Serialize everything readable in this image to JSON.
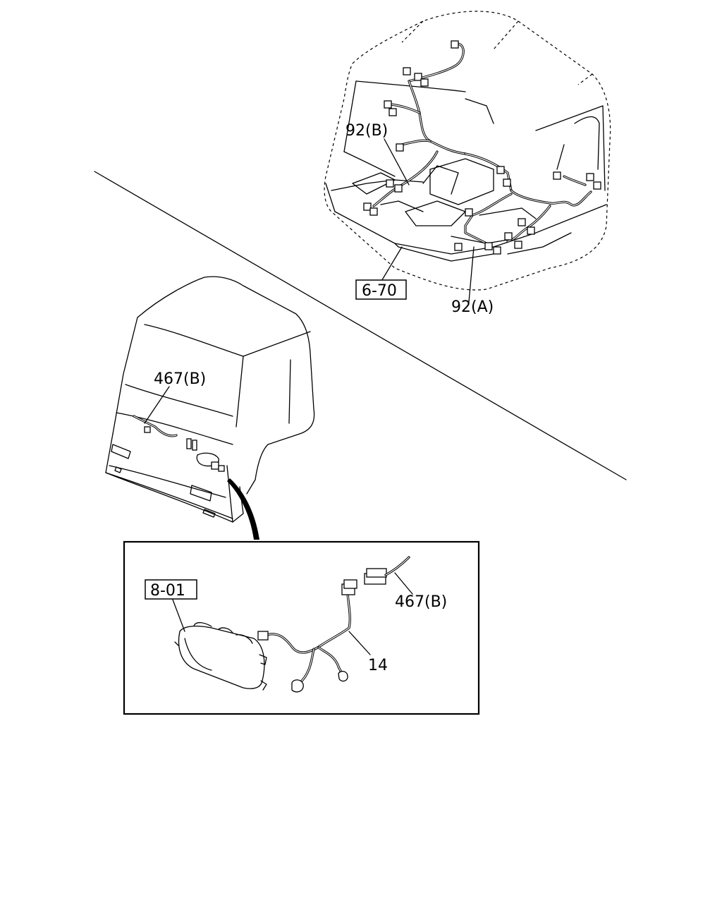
{
  "callouts": {
    "ref_6_70": "6-70",
    "part_92b": "92(B)",
    "part_92a": "92(A)",
    "part_467b_cab": "467(B)",
    "ref_8_01": "8-01",
    "part_467b_detail": "467(B)",
    "part_14": "14"
  }
}
